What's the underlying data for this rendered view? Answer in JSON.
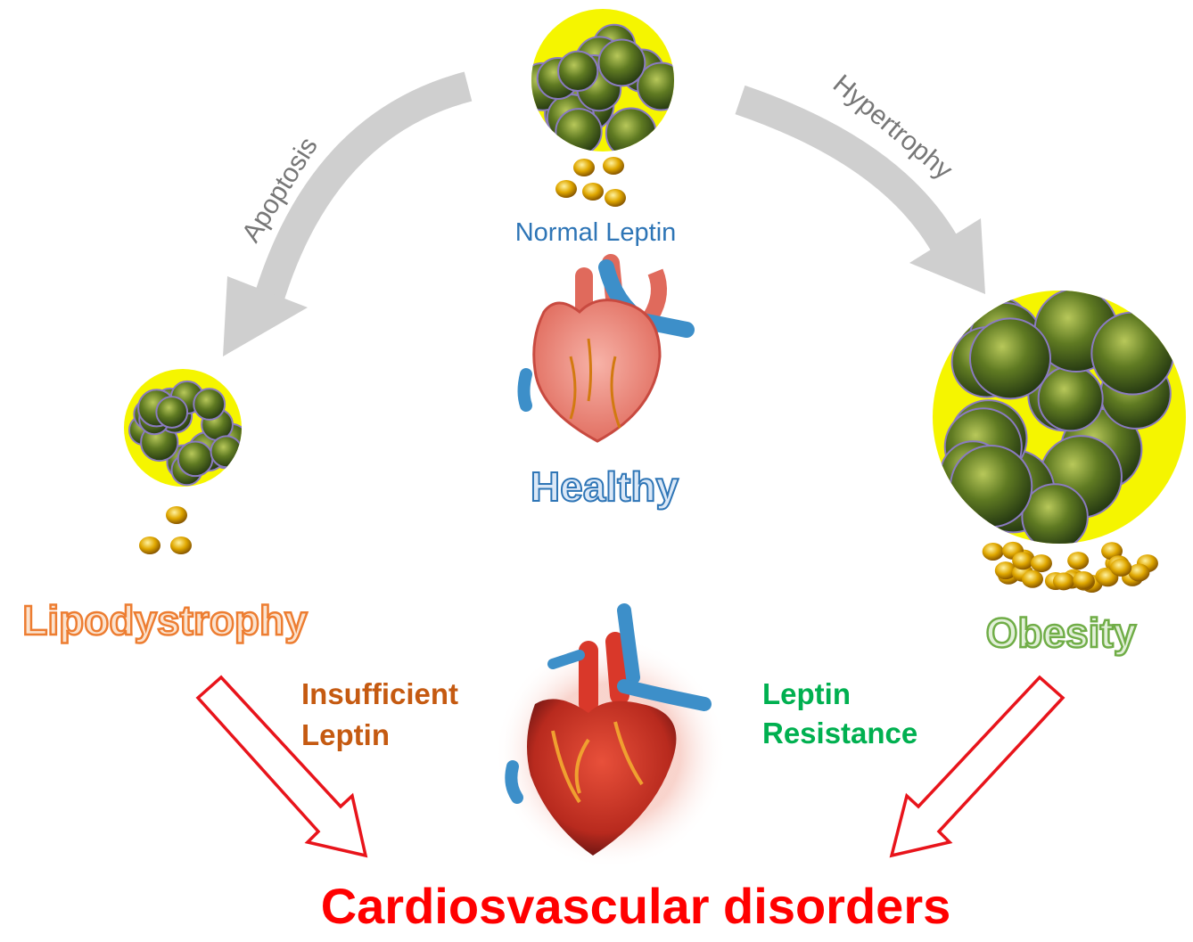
{
  "arrows": {
    "left_process": "Apoptosis",
    "right_process": "Hypertrophy"
  },
  "center": {
    "leptin_label": "Normal Leptin",
    "state_label": "Healthy"
  },
  "left": {
    "condition_label": "Lipodystrophy",
    "leptin_line1": "Insufficient",
    "leptin_line2": "Leptin"
  },
  "right": {
    "condition_label": "Obesity",
    "leptin_line1": "Leptin",
    "leptin_line2": "Resistance"
  },
  "outcome": "Cardiosvascular disorders",
  "colors": {
    "arrow_gray": "#cfcfcf",
    "normal_blue": "#2e75b6",
    "lipo_orange": "#ed7d31",
    "obesity_green": "#70ad47",
    "insufficient_brown": "#c55a11",
    "resistance_green": "#00b050",
    "outcome_red": "#ff0000",
    "cell_yellow": "#f5f500"
  }
}
